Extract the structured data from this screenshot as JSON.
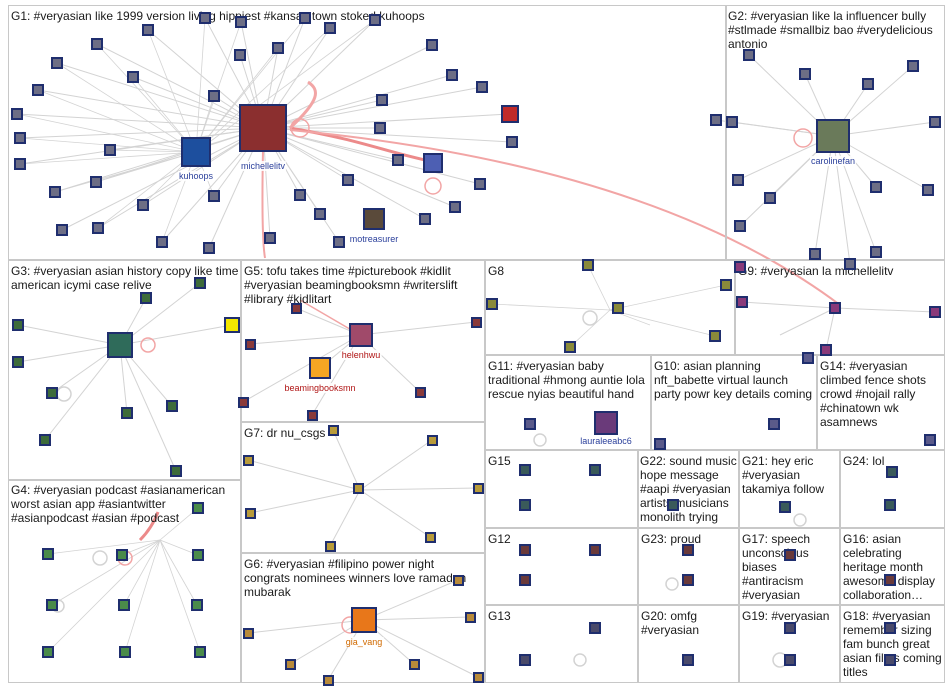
{
  "groups": [
    {
      "id": "G1",
      "label": "G1: #veryasian like 1999 version living hippiest #kansas town stoked kuhoops"
    },
    {
      "id": "G2",
      "label": "G2: #veryasian like la influencer bully #stlmade #smallbiz bao #verydelicious antonio"
    },
    {
      "id": "G3",
      "label": "G3: #veryasian asian history copy like time american icymi case relive"
    },
    {
      "id": "G4",
      "label": "G4: #veryasian podcast #asianamerican worst asian app #asiantwitter #asianpodcast #asian #podcast"
    },
    {
      "id": "G5",
      "label": "G5: tofu takes time #picturebook #kidlit #veryasian beamingbooksmn #writerslift #library #kidlitart"
    },
    {
      "id": "G6",
      "label": "G6: #veryasian #filipino power night congrats nominees winners love ramadan mubarak"
    },
    {
      "id": "G7",
      "label": "G7: dr nu_csgs"
    },
    {
      "id": "G8",
      "label": "G8"
    },
    {
      "id": "G9",
      "label": "G9: #veryasian la michellelitv"
    },
    {
      "id": "G10",
      "label": "G10: asian planning nft_babette virtual launch party powr key details coming"
    },
    {
      "id": "G11",
      "label": "G11: #veryasian baby traditional #hmong auntie lola rescue nyias beautiful hand"
    },
    {
      "id": "G12",
      "label": "G12"
    },
    {
      "id": "G13",
      "label": "G13"
    },
    {
      "id": "G14",
      "label": "G14: #veryasian climbed fence shots crowd #nojail rally #chinatown wk asamnews"
    },
    {
      "id": "G15",
      "label": "G15"
    },
    {
      "id": "G16",
      "label": "G16: asian celebrating heritage month awesome display collaboration…"
    },
    {
      "id": "G17",
      "label": "G17: speech unconscious biases #antiracism #veryasian"
    },
    {
      "id": "G18",
      "label": "G18: #veryasian remember sizing fam bunch great asian films coming titles"
    },
    {
      "id": "G19",
      "label": "G19: #veryasian"
    },
    {
      "id": "G20",
      "label": "G20: omfg #veryasian"
    },
    {
      "id": "G21",
      "label": "G21: hey eric #veryasian takamiya follow"
    },
    {
      "id": "G22",
      "label": "G22: sound music hope message #aapi #veryasian artists musicians monolith trying"
    },
    {
      "id": "G23",
      "label": "G23: proud"
    },
    {
      "id": "G24",
      "label": "G24: lol"
    }
  ],
  "named_nodes": [
    {
      "name": "michellelitv",
      "group": "G1"
    },
    {
      "name": "kuhoops",
      "group": "G1"
    },
    {
      "name": "motreasurer",
      "group": "G1"
    },
    {
      "name": "carolinefan",
      "group": "G2"
    },
    {
      "name": "helenhwu",
      "group": "G5"
    },
    {
      "name": "beamingbooksmn",
      "group": "G5"
    },
    {
      "name": "lauraleeabc6",
      "group": "G11"
    },
    {
      "name": "gia_vang",
      "group": "G6"
    }
  ],
  "colors": {
    "group_border": "#c8c8c8",
    "edge": "#d0d0d0",
    "edge_highlight": "#f08080",
    "node_border": "#1f2e6e",
    "node_label": "#2a3f9b"
  }
}
